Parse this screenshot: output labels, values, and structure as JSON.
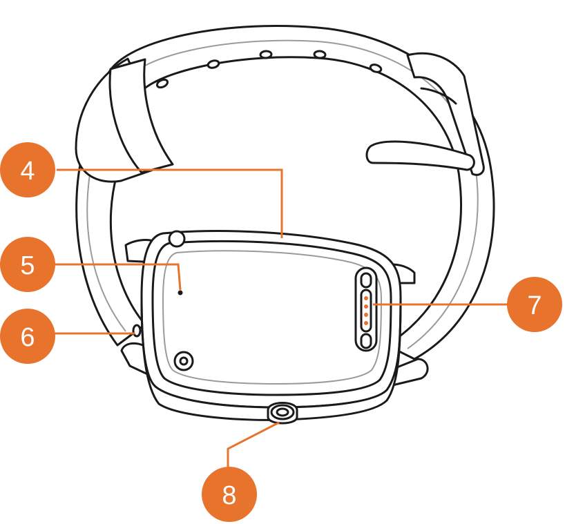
{
  "colors": {
    "accent": "#e8732c",
    "ink": "#1a1a1a",
    "contact": "#e8732c"
  },
  "callouts": [
    {
      "label": "4",
      "part": "back-cover"
    },
    {
      "label": "5",
      "part": "microphone-hole"
    },
    {
      "label": "6",
      "part": "side-hole"
    },
    {
      "label": "7",
      "part": "charging-contacts"
    },
    {
      "label": "8",
      "part": "crown-button"
    }
  ]
}
